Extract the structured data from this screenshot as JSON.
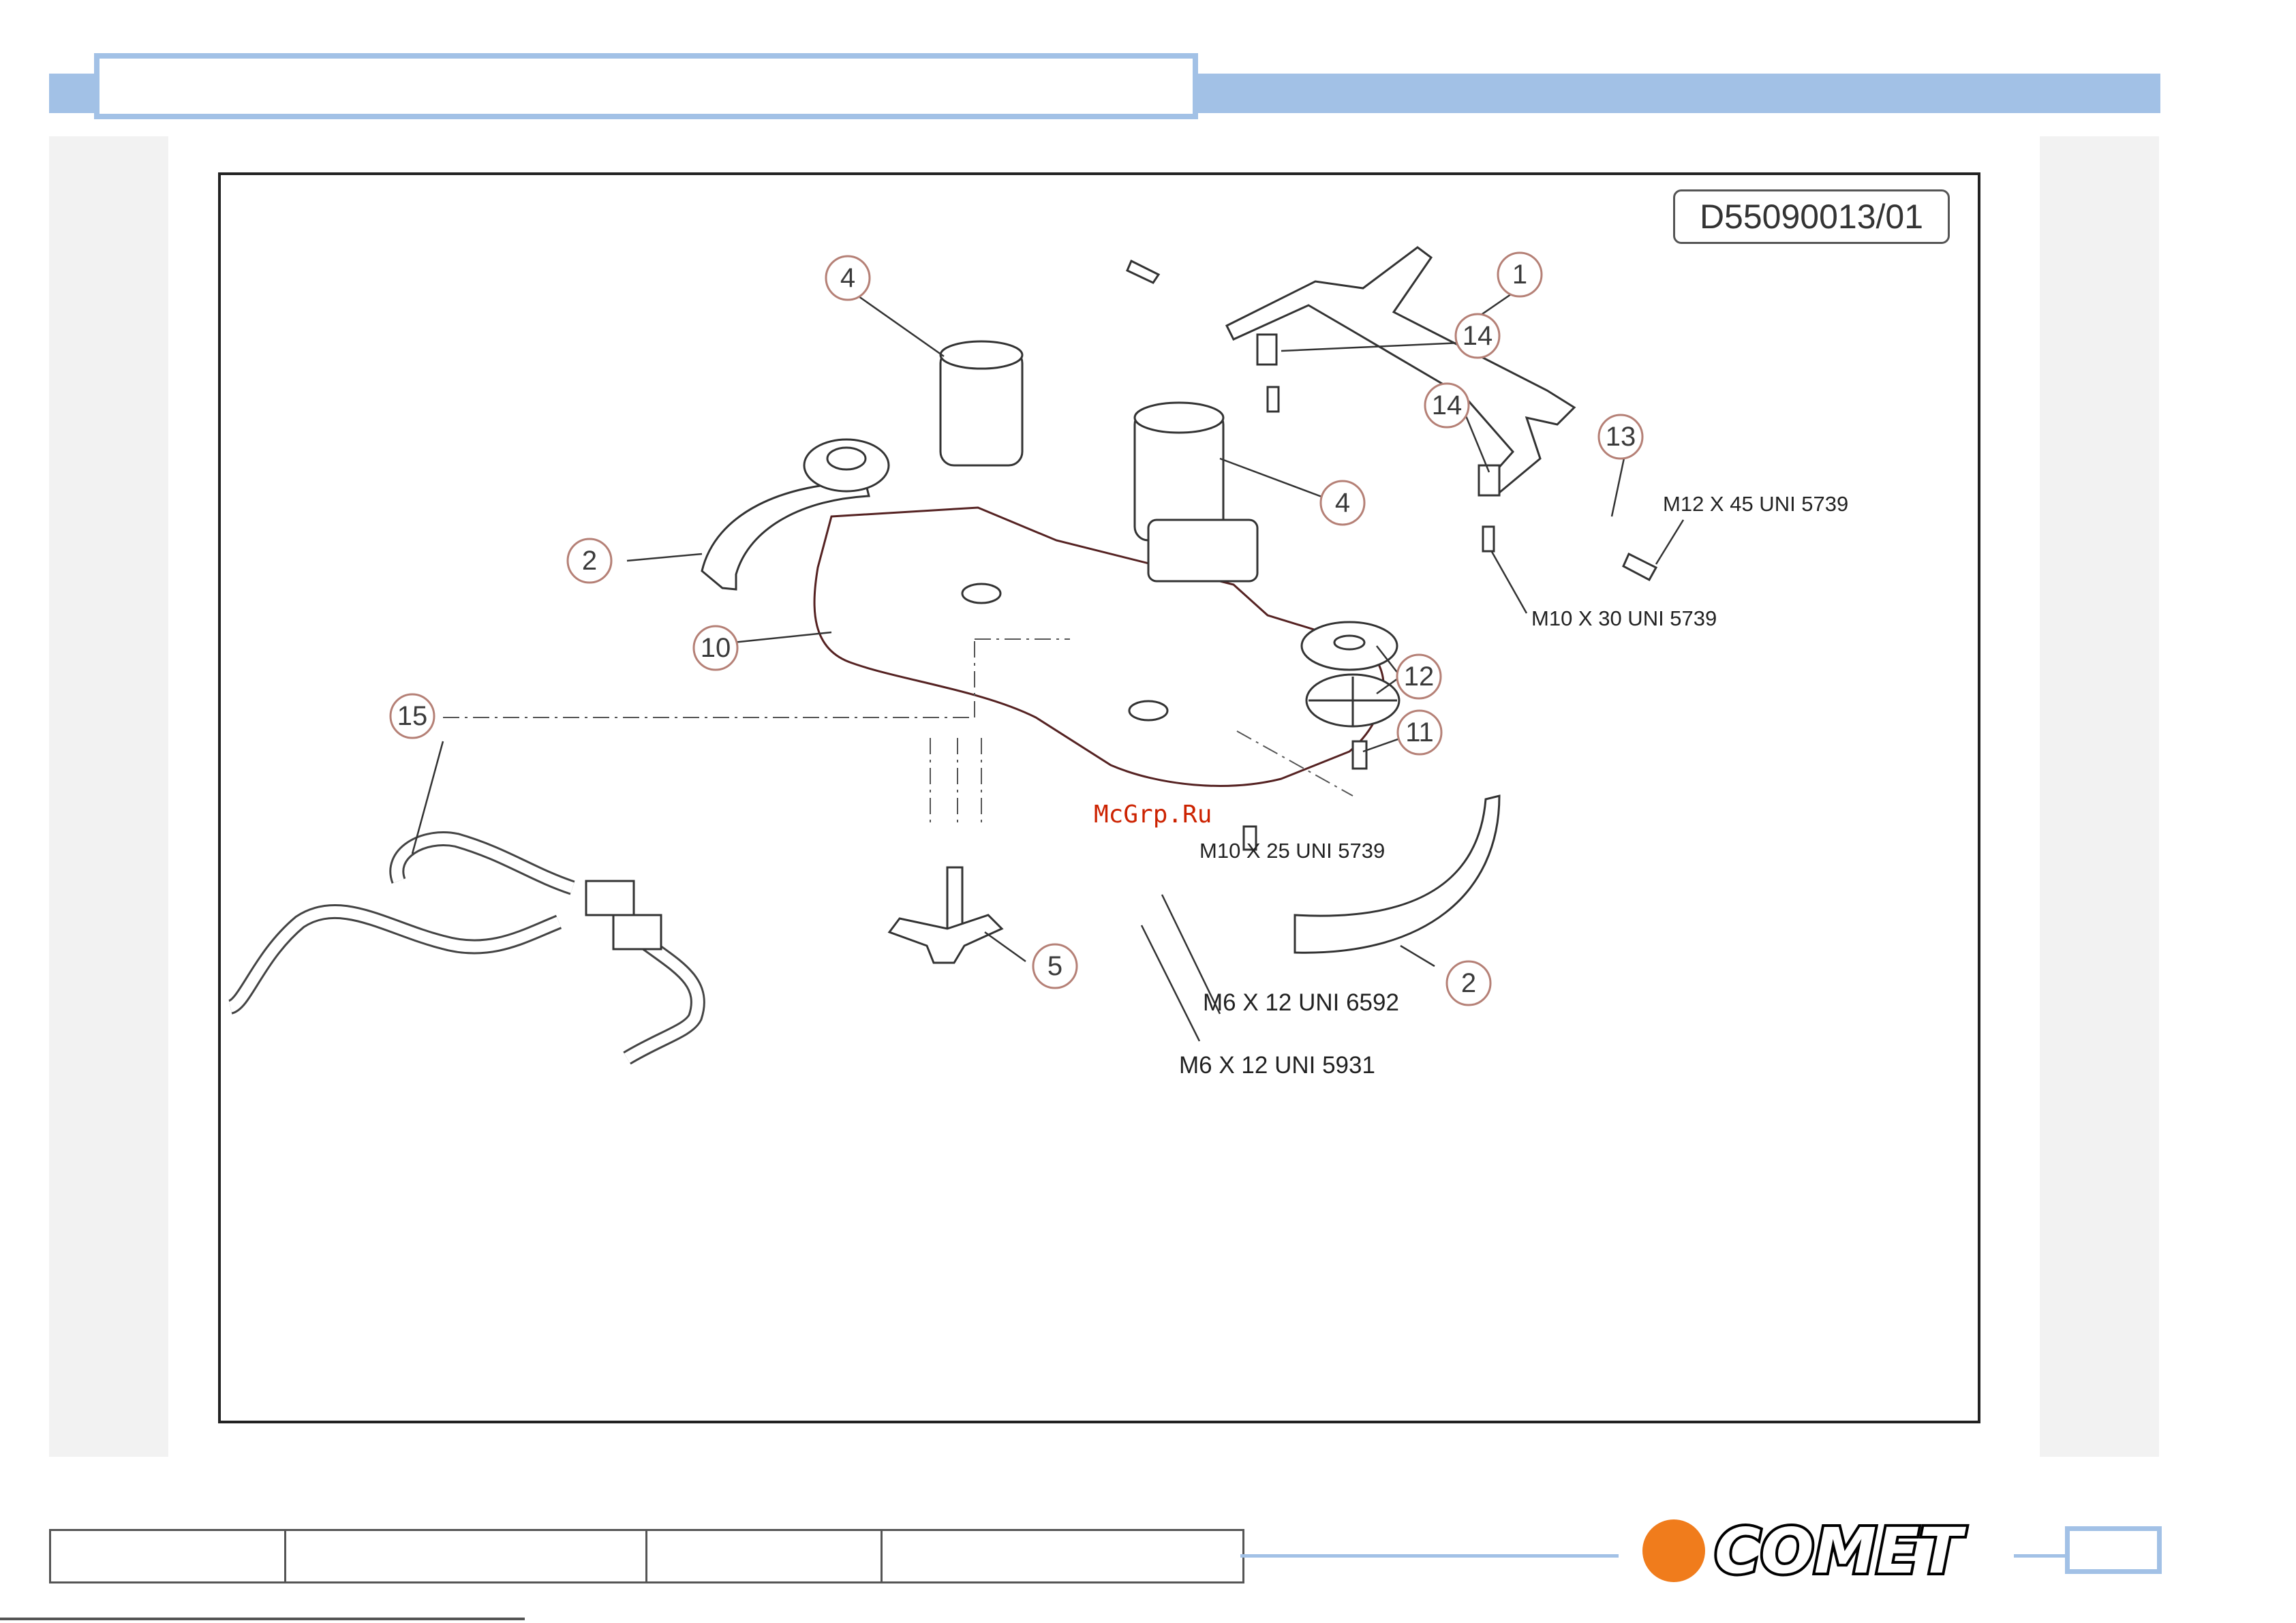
{
  "header": {
    "title": ""
  },
  "drawing": {
    "code": "D55090013/01",
    "callouts": {
      "p1": "1",
      "p2a": "2",
      "p2b": "2",
      "p4a": "4",
      "p4b": "4",
      "p5": "5",
      "p10": "10",
      "p11": "11",
      "p12": "12",
      "p13": "13",
      "p14a": "14",
      "p14b": "14",
      "p15": "15"
    },
    "specs": {
      "m12x45": "M12 X 45 UNI 5739",
      "m10x30": "M10 X 30 UNI 5739",
      "m10x25": "M10 X 25 UNI 5739",
      "m6x12_6592": "M6 X 12 UNI 6592",
      "m6x12_5931": "M6 X 12 UNI 5931"
    }
  },
  "watermark": "McGrp.Ru",
  "footer": {
    "cells": [
      "",
      "",
      "",
      ""
    ],
    "page": ""
  },
  "brand": {
    "name": "COMET",
    "accent": "#f07c1c",
    "band": "#a2c1e6"
  }
}
